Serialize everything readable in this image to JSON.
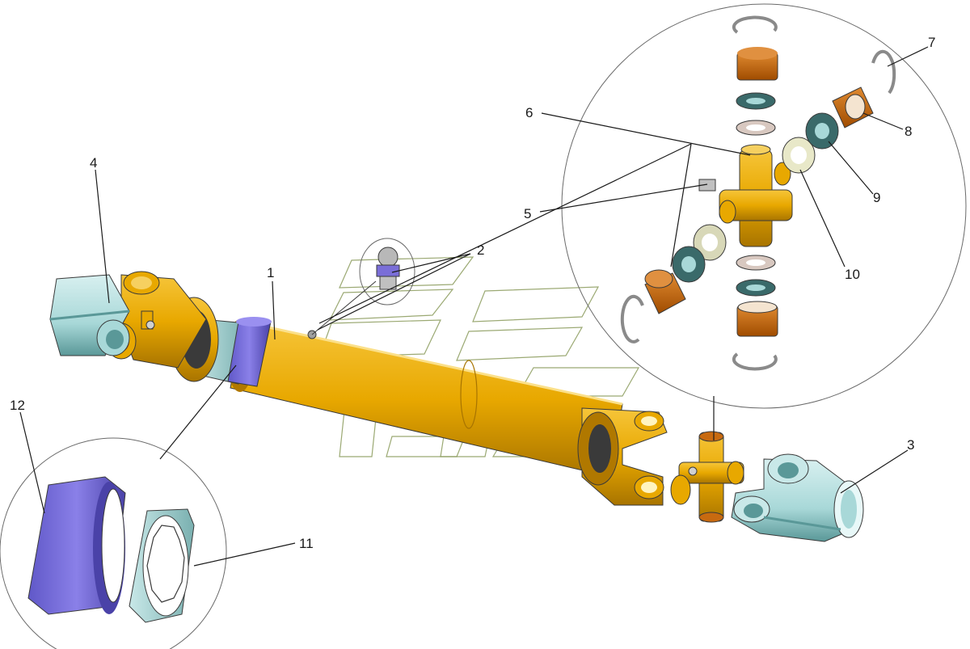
{
  "diagram": {
    "type": "exploded-assembly",
    "part_labels": {
      "p1": "1",
      "p2": "2",
      "p3": "3",
      "p4": "4",
      "p5": "5",
      "p6": "6",
      "p7": "7",
      "p8": "8",
      "p9": "9",
      "p10": "10",
      "p11": "11",
      "p12": "12"
    },
    "colors": {
      "shaft": "#e8a800",
      "shaft_dark": "#b07800",
      "yoke_light": "#a8d8d8",
      "yoke_dark": "#5a9898",
      "boot": "#7a6ed8",
      "bearing_cup": "#c86a10",
      "seal": "#3a6a6a",
      "washer": "#d8c8c0",
      "ring": "#c8c8c8",
      "watermark": "#8a9a5a"
    }
  }
}
